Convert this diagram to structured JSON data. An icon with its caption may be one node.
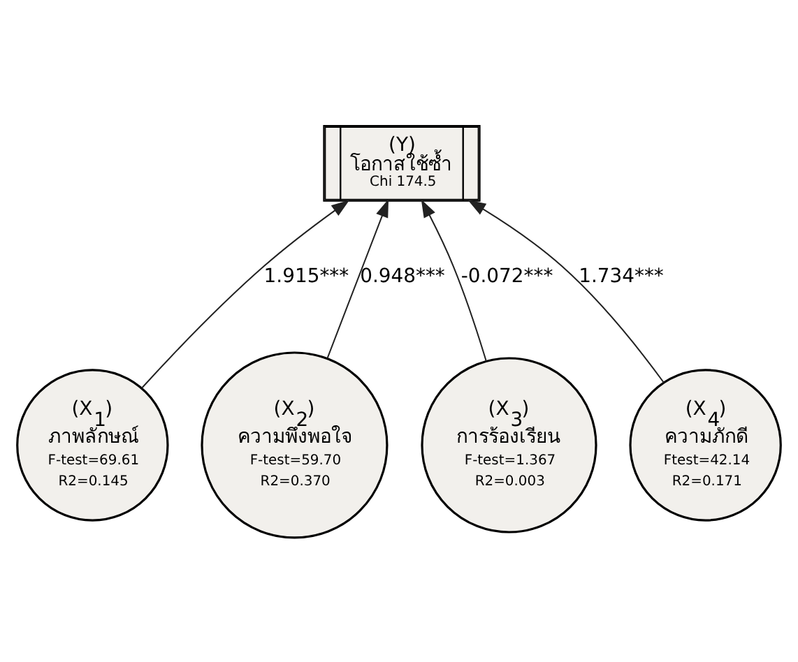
{
  "diagram": {
    "nodes": [
      {
        "text": [
          "(Y)",
          "โอกาสใช้ซ้ำ",
          "Chi 174.5"
        ]
      },
      {
        "text": [
          "(X$_{1}$)",
          "ภาพลักษณ์",
          "F-test=69.61",
          "R2=0.145"
        ]
      },
      {
        "text": [
          "(X$_{2}$)",
          "ความพึงพอใจ",
          "F-test=59.70",
          "R2=0.370"
        ]
      },
      {
        "text": [
          "(X$_{3}$)",
          "การร้องเรียน",
          "F-test=1.367",
          "R2=0.003"
        ]
      },
      {
        "text": [
          "(X$_{4}$)",
          "ความภักดี",
          "Ftest=42.14",
          "R2=0.171"
        ]
      }
    ],
    "edges": [
      {
        "from": 1,
        "to": 0,
        "arrow": "to",
        "label": "1.915***"
      },
      {
        "from": 2,
        "to": 0,
        "arrow": "to",
        "label": "0.948***"
      },
      {
        "from": 3,
        "to": 0,
        "arrow": "to",
        "label": "-0.072***"
      },
      {
        "from": 4,
        "to": 0,
        "arrow": "to",
        "label": "1.734***"
      }
    ]
  }
}
